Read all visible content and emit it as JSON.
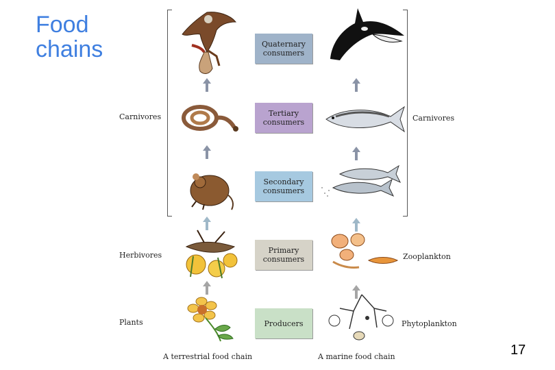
{
  "slide": {
    "title_line1": "Food",
    "title_line2": "chains",
    "page_number": "17"
  },
  "labels": {
    "left_carnivores": "Carnivores",
    "left_herbivores": "Herbivores",
    "left_plants": "Plants",
    "right_carnivores": "Carnivores",
    "right_zooplankton": "Zooplankton",
    "right_phytoplankton": "Phytoplankton"
  },
  "levels": [
    {
      "line1": "Quaternary",
      "line2": "consumers",
      "color": "#9fb3c9"
    },
    {
      "line1": "Tertiary",
      "line2": "consumers",
      "color": "#b9a3cf"
    },
    {
      "line1": "Secondary",
      "line2": "consumers",
      "color": "#a6c9e0"
    },
    {
      "line1": "Primary",
      "line2": "consumers",
      "color": "#d6d3c8"
    },
    {
      "line1": "Producers",
      "line2": "",
      "color": "#c9e0c7"
    }
  ],
  "captions": {
    "terrestrial": "A terrestrial food chain",
    "marine": "A marine food chain"
  },
  "organisms": {
    "terrestrial": [
      "hawk",
      "snake",
      "mouse",
      "grasshopper",
      "flower"
    ],
    "marine": [
      "killer-whale",
      "tuna",
      "small-fish",
      "zooplankton",
      "phytoplankton"
    ]
  }
}
